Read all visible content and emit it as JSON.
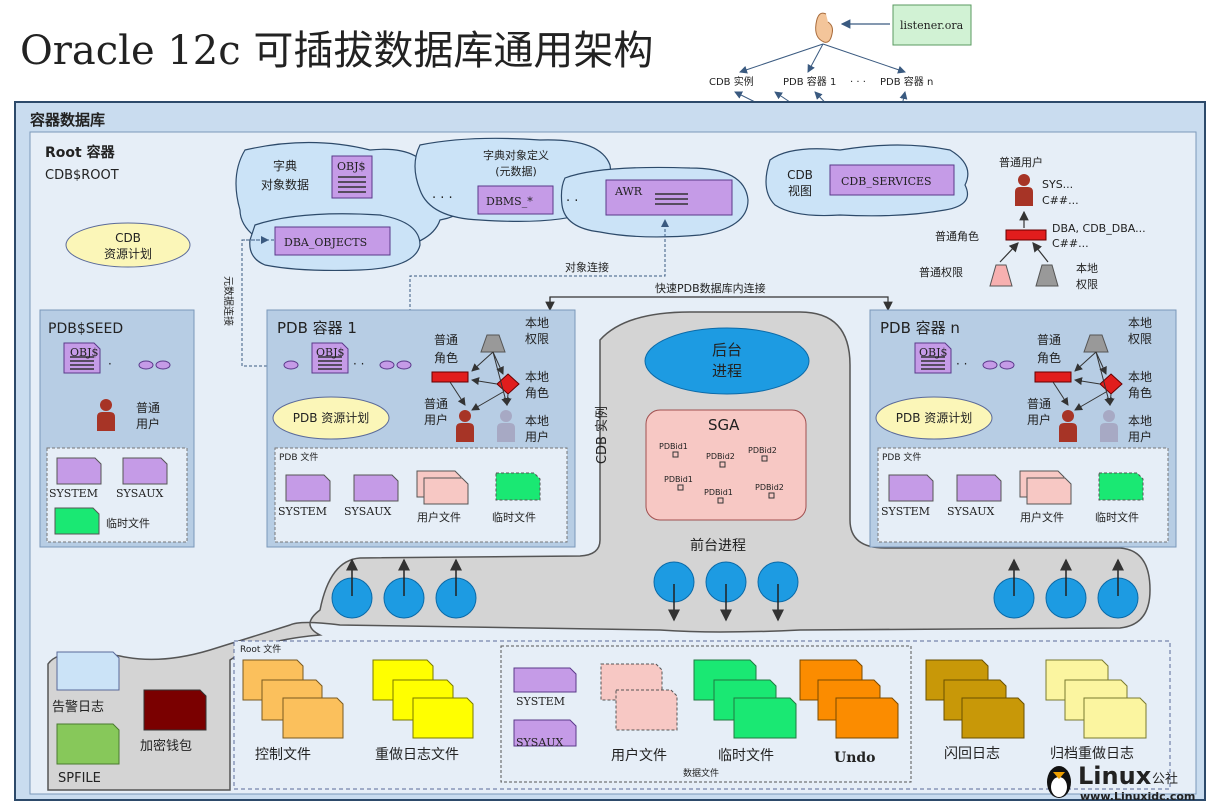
{
  "title": "Oracle 12c 可插拔数据库通用架构",
  "listener": {
    "file": "listener.ora",
    "targets": [
      "CDB 实例",
      "PDB 容器 1",
      "· · ·",
      "PDB 容器 n"
    ]
  },
  "container_db": {
    "label": "容器数据库",
    "root": {
      "label": "Root 容器",
      "name": "CDB$ROOT",
      "resource_plan": "CDB\n资源计划",
      "dictionary": {
        "label": "字典\n对象数据",
        "obj": "OBJ$",
        "dots": "· · ·",
        "meta_label": "字典对象定义\n(元数据)",
        "dbms": "DBMS_*",
        "dots2": "· ·",
        "awr": "AWR",
        "dba_objects": "DBA_OBJECTS"
      },
      "object_link": "对象连接",
      "metadata_link": "元数据连接",
      "cdb_views": {
        "label": "CDB\n视图",
        "name": "CDB_SERVICES"
      },
      "common_user": {
        "label": "普通用户",
        "names": "SYS...\nC##..."
      },
      "common_role": {
        "label": "普通角色",
        "names": "DBA, CDB_DBA...\nC##..."
      },
      "common_priv": "普通权限",
      "local_priv": "本地\n权限"
    },
    "fast_link": "快速PDB数据库内连接",
    "pdb_seed": {
      "label": "PDB$SEED",
      "obj": "OBJ$",
      "common_user": "普通\n用户",
      "files": {
        "system": "SYSTEM",
        "sysaux": "SYSAUX",
        "temp": "临时文件"
      }
    },
    "pdb1": {
      "label": "PDB 容器 1",
      "obj": "OBJ$",
      "resource_plan": "PDB 资源计划",
      "common_role": "普通\n角色",
      "local_priv": "本地\n权限",
      "local_role": "本地\n角色",
      "common_user": "普通\n用户",
      "local_user": "本地\n用户",
      "files_label": "PDB 文件",
      "files": {
        "system": "SYSTEM",
        "sysaux": "SYSAUX",
        "user": "用户文件",
        "temp": "临时文件"
      }
    },
    "pdbn": {
      "label": "PDB 容器 n",
      "obj": "OBJ$",
      "resource_plan": "PDB 资源计划",
      "common_role": "普通\n角色",
      "local_priv": "本地\n权限",
      "local_role": "本地\n角色",
      "common_user": "普通\n用户",
      "local_user": "本地\n用户",
      "files_label": "PDB 文件",
      "files": {
        "system": "SYSTEM",
        "sysaux": "SYSAUX",
        "user": "用户文件",
        "temp": "临时文件"
      }
    },
    "instance": {
      "label": "CDB 实例",
      "bg_process": "后台\n进程",
      "sga": "SGA",
      "pdbids": [
        "PDBid1",
        "PDBid2",
        "PDBid2",
        "PDBid1",
        "PDBid1",
        "PDBid2"
      ],
      "fg_process": "前台进程"
    },
    "left_files": {
      "alert": "告警日志",
      "wallet": "加密钱包",
      "spfile": "SPFILE"
    },
    "root_files": {
      "label": "Root 文件",
      "control": "控制文件",
      "redo": "重做日志文件",
      "data_label": "数据文件",
      "system": "SYSTEM",
      "sysaux": "SYSAUX",
      "user": "用户文件",
      "temp": "临时文件",
      "undo": "Undo",
      "flashback": "闪回日志",
      "archive": "归档重做日志"
    }
  },
  "watermark": {
    "brand": "Linux",
    "suffix": "公社",
    "url": "www.Linuxidc.com"
  },
  "colors": {
    "outer_bg": "#c9dcef",
    "inner_bg": "#e6eef7",
    "pdb_bg": "#b7cde4",
    "purple": "#c59be7",
    "light_blue": "#cbe3f7",
    "yellow_oval": "#fbf6b8",
    "instance_gray": "#d4d4d4",
    "process_blue": "#1d9be2",
    "sga_pink": "#f7c8c4",
    "red_role": "#e11d1d",
    "user_red": "#a73426",
    "user_gray": "#a7a9c4",
    "green": "#1ae873",
    "orange_ctrl": "#fbc05c",
    "yellow_redo": "#ffff00",
    "undo_orange": "#fb8c00",
    "flashback": "#c89808",
    "archive": "#fbf5a0",
    "wallet": "#7a0000",
    "spfile": "#87c85a"
  }
}
